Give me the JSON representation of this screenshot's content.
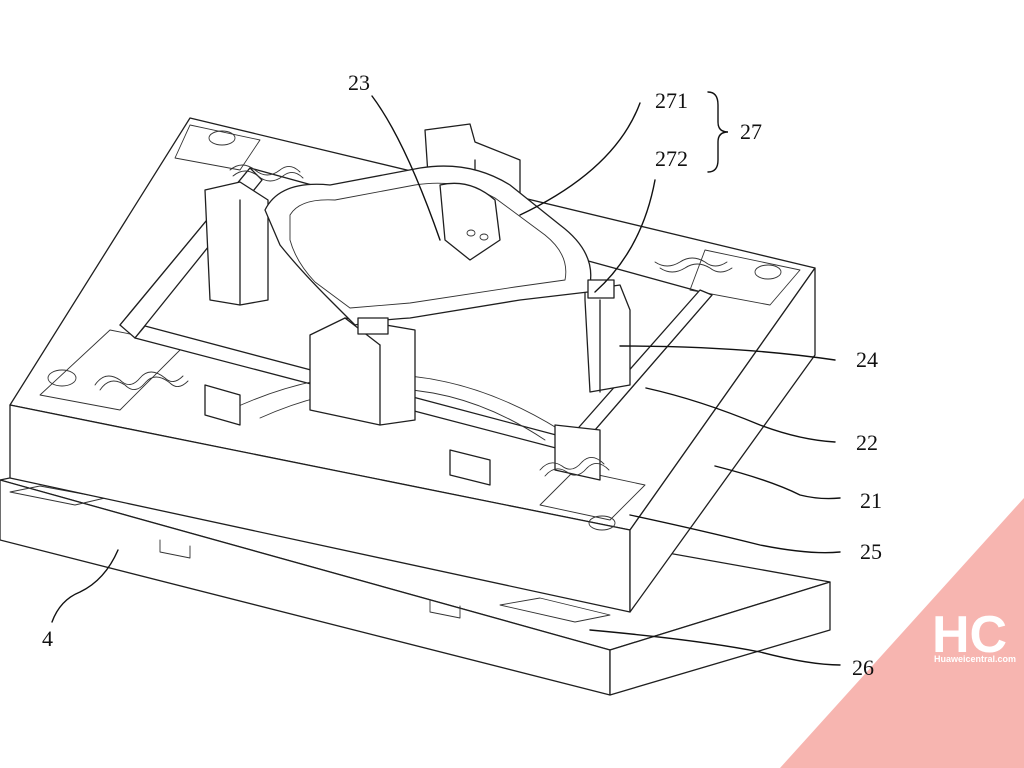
{
  "labels": {
    "l23": "23",
    "l271": "271",
    "l272": "272",
    "l27": "27",
    "l24": "24",
    "l22": "22",
    "l21": "21",
    "l25": "25",
    "l4": "4",
    "l26": "26"
  },
  "watermark": {
    "logo": "HC",
    "site": "Huaweicentral.com",
    "color": "#f7b5b0"
  }
}
